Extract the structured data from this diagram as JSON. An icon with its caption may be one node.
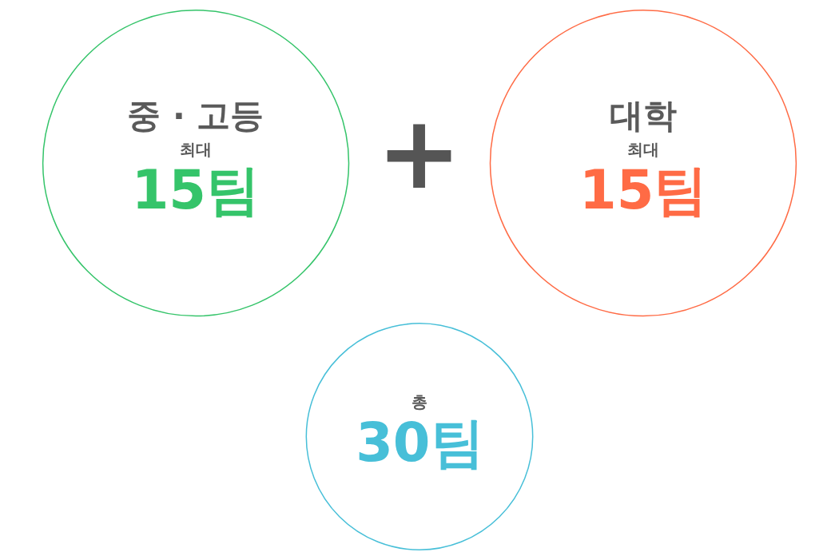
{
  "diagram": {
    "nodes": [
      {
        "text": [
          "중 · 고등",
          "최대",
          "15팀"
        ]
      },
      {
        "text": [
          "대학",
          "최대",
          "15팀"
        ]
      },
      {
        "text": [
          "총",
          "30팀"
        ]
      }
    ],
    "labels": [
      "+"
    ]
  }
}
